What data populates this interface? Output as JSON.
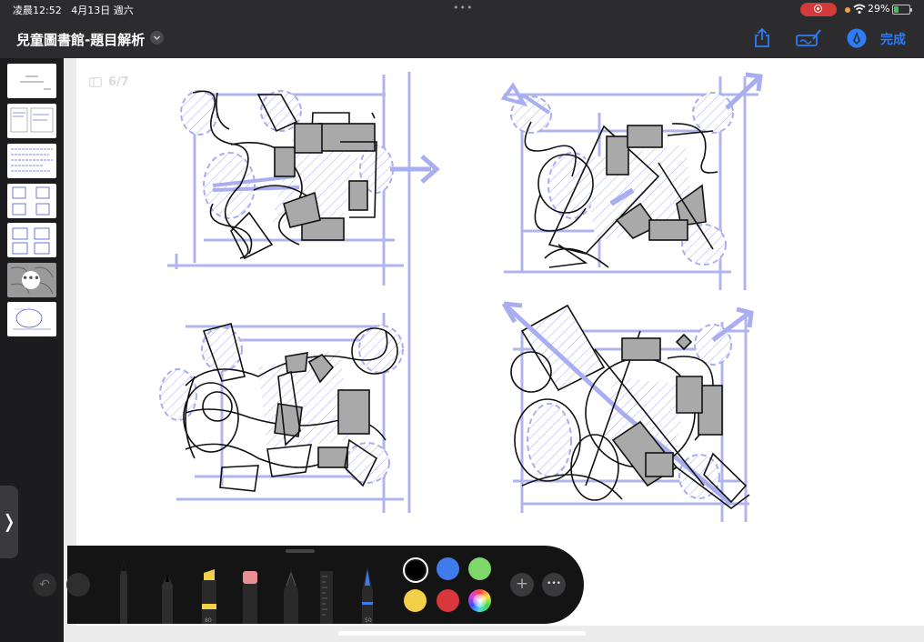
{
  "status_bar": {
    "time": "凌晨12:52",
    "date": "4月13日 週六",
    "battery_pct": "29%",
    "battery_level": 0.29,
    "colors": {
      "record": "#d33b3b",
      "mic_dot": "#f2a03d",
      "battery_fill": "#39c45a"
    }
  },
  "nav": {
    "title": "兒童圖書館-題目解析",
    "done_label": "完成",
    "accent": "#2e7cf6",
    "icons": [
      "share-icon",
      "markup-toggle-icon",
      "pen-circle-icon",
      "chevron-down-icon"
    ]
  },
  "page": {
    "indicator": "6/7",
    "current_page": 6,
    "total_pages": 7
  },
  "sidebar": {
    "thumbnails": [
      {
        "page": 1,
        "selected": false
      },
      {
        "page": 2,
        "selected": false
      },
      {
        "page": 3,
        "selected": false
      },
      {
        "page": 4,
        "selected": false
      },
      {
        "page": 5,
        "selected": false
      },
      {
        "page": 6,
        "selected": true
      },
      {
        "page": 7,
        "selected": false
      }
    ],
    "selected_more_glyph": "•••",
    "expand_glyph": "❭"
  },
  "toolbar": {
    "tools": [
      "pen",
      "fineliner",
      "highlighter",
      "eraser",
      "pencil",
      "ruler",
      "fountain-pen"
    ],
    "highlighter_width": "80",
    "fountain_pen_width": "50",
    "swatches": [
      {
        "name": "black",
        "hex": "#000000",
        "selected": true
      },
      {
        "name": "blue",
        "hex": "#3f7bea"
      },
      {
        "name": "green",
        "hex": "#7fd66b"
      },
      {
        "name": "yellow",
        "hex": "#f3d04a"
      },
      {
        "name": "red",
        "hex": "#d8373b"
      },
      {
        "name": "color-wheel",
        "hex": "multicolor"
      }
    ],
    "add_glyph": "+",
    "more_glyph": "•••",
    "undo_glyph": "↶"
  },
  "sketch_colors": {
    "ink": "#111111",
    "lavender": "#a9aef0",
    "fill_gray": "#a9a9a9"
  }
}
